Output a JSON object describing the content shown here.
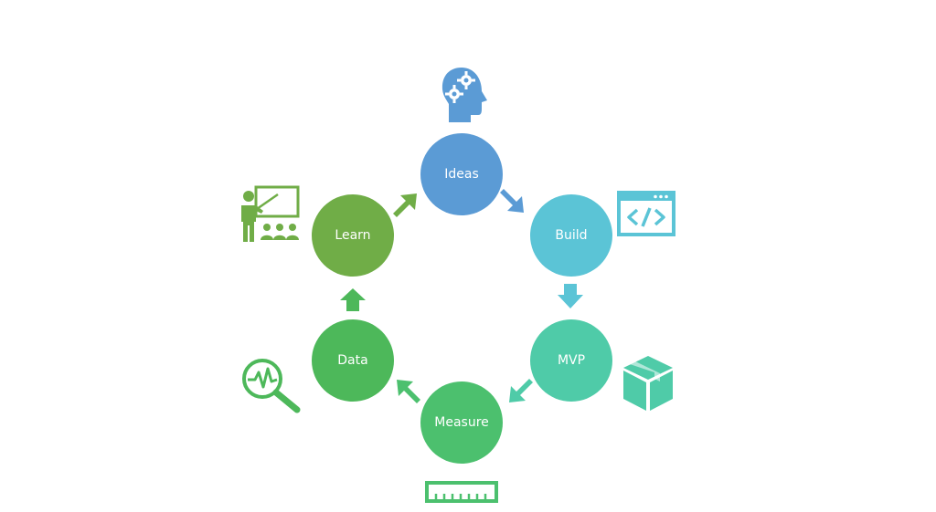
{
  "cycle": {
    "steps": [
      {
        "label": "Ideas",
        "icon": "head-gears-icon",
        "color": "#5b9bd5"
      },
      {
        "label": "Build",
        "icon": "code-window-icon",
        "color": "#5bc4d6"
      },
      {
        "label": "MVP",
        "icon": "box-icon",
        "color": "#4fcba8"
      },
      {
        "label": "Measure",
        "icon": "ruler-icon",
        "color": "#4cc06e"
      },
      {
        "label": "Data",
        "icon": "magnifier-pulse-icon",
        "color": "#4db85a"
      },
      {
        "label": "Learn",
        "icon": "teacher-presentation-icon",
        "color": "#70ad47"
      }
    ],
    "arrow_colors": [
      "#5b9bd5",
      "#5bc4d6",
      "#4fcba8",
      "#4cc06e",
      "#4db85a",
      "#70ad47"
    ]
  }
}
